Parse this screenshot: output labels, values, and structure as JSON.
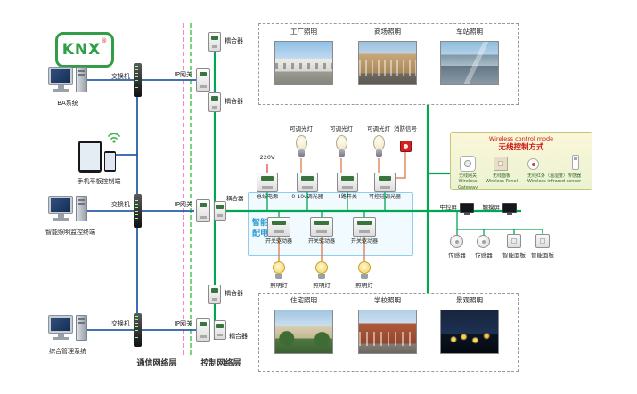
{
  "logo": {
    "text": "KNX",
    "reg": "®"
  },
  "terminals": {
    "ba": "BA系统",
    "mobile": "手机平板控制端",
    "monitor": "智能照明监控终端",
    "mgmt": "综合管理系统"
  },
  "network": {
    "switch_label": "交换机",
    "gateway_label": "IP网关",
    "coupler_label": "耦合器",
    "layer_comm": "通信网络层",
    "layer_ctrl": "控制网络层"
  },
  "scenes_top": [
    "工厂照明",
    "商场照明",
    "车站照明"
  ],
  "scenes_bottom": [
    "住宅照明",
    "学校照明",
    "景观照明"
  ],
  "panel": {
    "title_line1": "智能照明",
    "title_line2": "配电箱",
    "voltage": "220V",
    "light_labels": [
      "可调光灯",
      "可调光灯",
      "可调光灯"
    ],
    "fire_label": "消防信号",
    "modules_row1": [
      "总线电源",
      "0-10v调光器",
      "4路开关",
      "可控硅调光器"
    ],
    "modules_row2": [
      "开关驱动器",
      "开关驱动器",
      "开关驱动器"
    ],
    "lamp_labels": [
      "照明灯",
      "照明灯",
      "照明灯"
    ]
  },
  "wireless": {
    "title_en": "Wireless control mode",
    "title_zh": "无线控制方式",
    "items": [
      {
        "zh": "无线网关",
        "en": "Wireless Gateway"
      },
      {
        "zh": "无线面板",
        "en": "Wireless Panel"
      },
      {
        "zh": "无线红外（温湿度）传感器",
        "en": "Wireless infrared sensor"
      }
    ]
  },
  "right_devices": {
    "central_screen": "中控屏",
    "touch_screen": "触摸屏",
    "sensor1": "传感器",
    "sensor2": "传感器",
    "panel1": "智能面板",
    "panel2": "智能面板"
  },
  "colors": {
    "bus_green": "#00a651",
    "ethernet_blue": "#2a5caa",
    "dash_pink": "#ee55aa",
    "dash_green": "#3cc244",
    "knx_green": "#2f9e44",
    "alarm_red": "#d42020"
  }
}
